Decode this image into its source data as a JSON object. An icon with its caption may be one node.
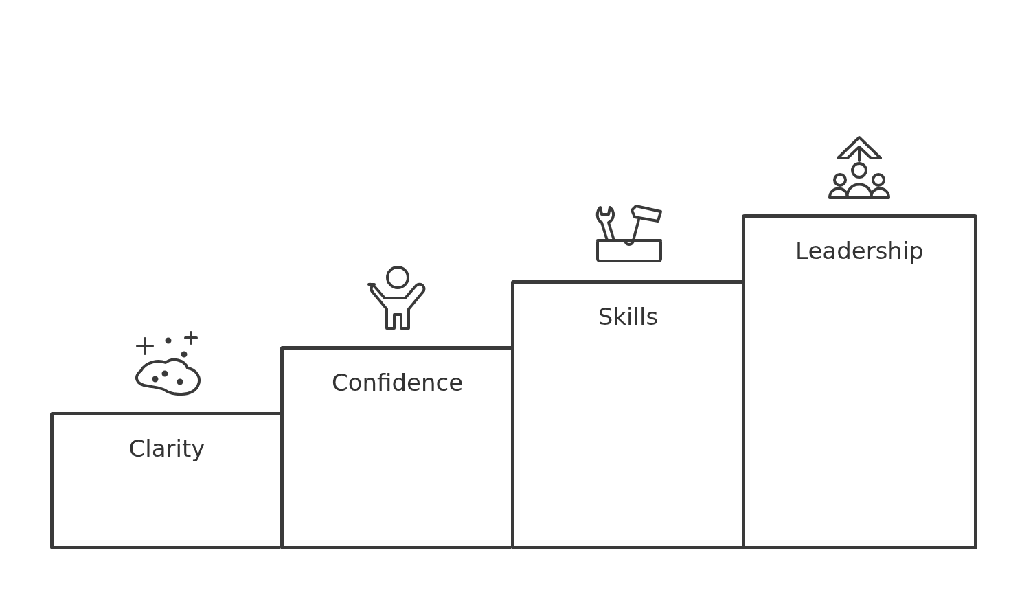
{
  "diagram": {
    "nodes": [
      {
        "text": [
          "Clarity"
        ]
      },
      {
        "text": [
          "Confidence"
        ]
      },
      {
        "text": [
          "Skills"
        ]
      },
      {
        "text": [
          "Leadership"
        ]
      }
    ]
  }
}
